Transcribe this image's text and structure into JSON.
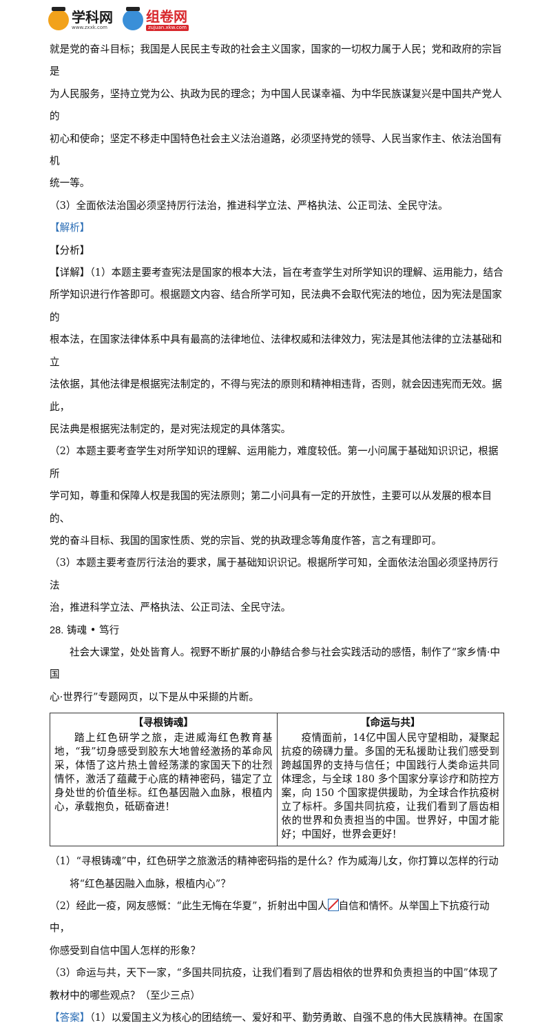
{
  "header": {
    "logo1_name": "学科网",
    "logo1_url": "www.zxxk.com",
    "logo2_name": "组卷网",
    "logo2_url": "zujuan.xkw.com"
  },
  "lines_top": [
    "就是党的奋斗目标；我国是人民民主专政的社会主义国家，国家的一切权力属于人民；党和政府的宗旨是",
    "为人民服务，坚持立党为公、执政为民的理念；为中国人民谋幸福、为中华民族谋复兴是中国共产党人的",
    "初心和使命；坚定不移走中国特色社会主义法治道路，必须坚持党的领导、人民当家作主、依法治国有机",
    "统一等。"
  ],
  "ans3": "（3）全面依法治国必须坚持厉行法治，推进科学立法、严格执法、公正司法、全民守法。",
  "tags": {
    "jiexi": "【解析】",
    "fenxi": "【分析】",
    "xiangjie": "【详解】",
    "daan": "【答案】"
  },
  "detail1": [
    "（1）本题主要考查宪法是国家的根本大法，旨在考查学生对所学知识的理解、运用能力，结合",
    "所学知识进行作答即可。根据题文内容、结合所学可知，民法典不会取代宪法的地位，因为宪法是国家的",
    "根本法，在国家法律体系中具有最高的法律地位、法律权威和法律效力，宪法是其他法律的立法基础和立",
    "法依据，其他法律是根据宪法制定的，不得与宪法的原则和精神相违背，否则，就会因违宪而无效。据此，",
    "民法典是根据宪法制定的，是对宪法规定的具体落实。"
  ],
  "detail2": [
    "（2）本题主要考查学生对所学知识的理解、运用能力，难度较低。第一小问属于基础知识识记，根据所",
    "学可知，尊重和保障人权是我国的宪法原则；第二小问具有一定的开放性，主要可以从发展的根本目的、",
    "党的奋斗目标、我国的国家性质、党的宗旨、党的执政理念等角度作答，言之有理即可。"
  ],
  "detail3": [
    "（3）本题主要考查厉行法治的要求，属于基础知识识记。根据所学可知，全面依法治国必须坚持厉行法",
    "治，推进科学立法、严格执法、公正司法、全民守法。"
  ],
  "q28": {
    "number": "28.",
    "title": "铸魂 • 笃行",
    "intro": [
      "社会大课堂，处处皆育人。视野不断扩展的小静结合参与社会实践活动的感悟，制作了“家乡情·中国",
      "心·世界行”专题网页，以下是从中采撷的片断。"
    ],
    "box_left_title": "【寻根铸魂】",
    "box_left_body": "踏上红色研学之旅，走进威海红色教育基地，“我”切身感受到胶东大地曾经激扬的革命风采，体悟了这片热土曾经荡漾的家国天下的壮烈情怀，激活了蕴藏于心底的精神密码，锚定了立身处世的价值坐标。红色基因融入血脉，根植内心，承载抱负，砥砺奋进！",
    "box_right_title": "【命运与共】",
    "box_right_body": "疫情面前，14亿中国人民守望相助，凝聚起抗疫的磅礴力量。多国的无私援助让我们感受到跨越国界的支持与信任；中国践行人类命运共同体理念，与全球 180 多个国家分享诊疗和防控方案，向 150 个国家提供援助，为全球合作抗疫树立了标杆。多国共同抗疫，让我们看到了唇齿相依的世界和负责担当的中国。世界好，中国才能好；中国好，世界会更好！",
    "sub1": [
      "（1）“寻根铸魂”中，红色研学之旅激活的精神密码指的是什么？作为威海儿女，你打算以怎样的行动",
      "将“红色基因融入血脉，根植内心”？"
    ],
    "sub2_a": "（2）经此一疫，网友感慨：“此生无悔在华夏”，折射出中国人",
    "sub2_b": "自信和情怀。从举国上下抗疫行动中，",
    "sub2_c": "你感受到自信中国人怎样的形象？",
    "sub3": [
      "（3）命运与共，天下一家，“多国共同抗疫，让我们看到了唇齿相依的世界和负责担当的中国”体现了",
      "教材中的哪些观点？（至少三点）"
    ],
    "answer1": "（1）以爱国主义为核心的团结统一、爱好和平、勤劳勇敢、自强不息的伟大民族精神。在国家"
  },
  "colors": {
    "tag_blue": "#2a6db5",
    "logo_red": "#d8262b"
  }
}
